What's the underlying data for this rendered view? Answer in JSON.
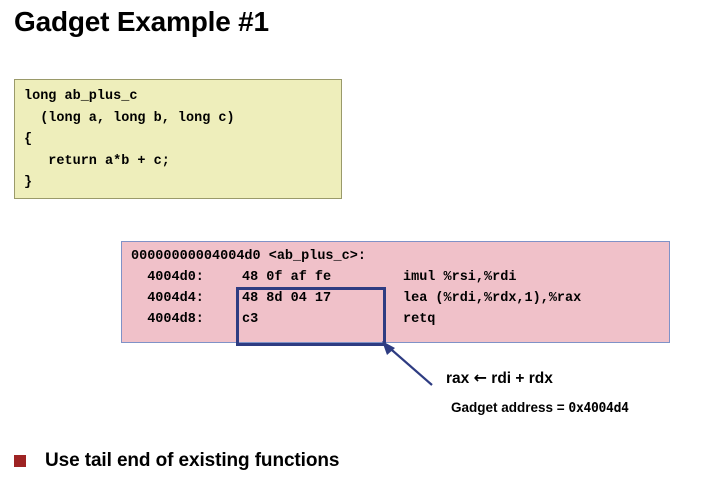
{
  "slide": {
    "title": "Gadget Example #1"
  },
  "c_code": {
    "language": "c",
    "text": "long ab_plus_c\n  (long a, long b, long c)\n{\n   return a*b + c;\n}",
    "bg_color": "#eeeebb",
    "border_color": "#9a9a6a"
  },
  "disassembly": {
    "header": "00000000004004d0 <ab_plus_c>:",
    "bg_color": "#f0c1c9",
    "border_color": "#7f92c7",
    "lines": [
      {
        "address": "  4004d0:",
        "bytes": "48 0f af fe",
        "mnemonic": "imul %rsi,%rdi"
      },
      {
        "address": "  4004d4:",
        "bytes": "48 8d 04 17",
        "mnemonic": "lea (%rdi,%rdx,1),%rax"
      },
      {
        "address": "  4004d8:",
        "bytes": "c3",
        "mnemonic": "retq"
      }
    ]
  },
  "highlight": {
    "name": "gadget-highlight-rectangle",
    "color": "#2e3c82"
  },
  "annotations": {
    "assignment_prefix": "rax ",
    "assignment_arrow": "←",
    "assignment_suffix": " rdi + rdx",
    "address_label": "Gadget address = ",
    "address_value": "0x4004d4",
    "arrow_color": "#2e3c82"
  },
  "bullet": {
    "text": "Use tail end of existing functions",
    "marker_color": "#9e2323"
  }
}
